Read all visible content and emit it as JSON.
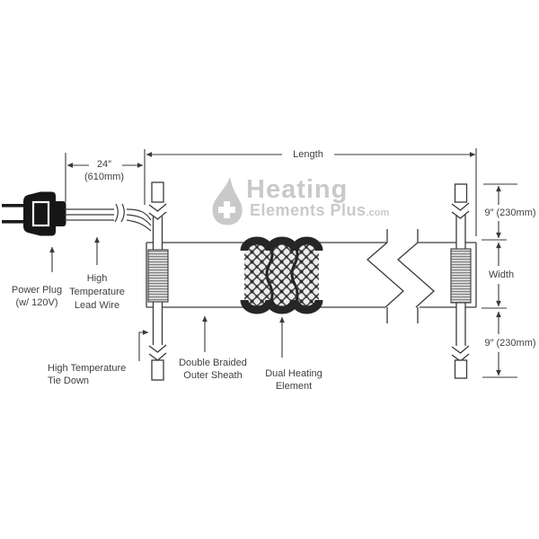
{
  "watermark": {
    "word_top": "Heating",
    "word_bottom": "Elements Plus",
    "suffix": ".com",
    "color": "#c9c9c9"
  },
  "dimensions": {
    "lead": {
      "imperial": "24″",
      "metric": "(610mm)"
    },
    "length_label": "Length",
    "end_top": "9″ (230mm)",
    "width_label": "Width",
    "end_bottom": "9″ (230mm)"
  },
  "labels": {
    "power_plug": [
      "Power Plug",
      "(w/ 120V)"
    ],
    "lead_wire": [
      "High",
      "Temperature",
      "Lead Wire"
    ],
    "tie_down": [
      "High Temperature",
      "Tie Down"
    ],
    "outer_sheath": [
      "Double Braided",
      "Outer Sheath"
    ],
    "heating_element": [
      "Dual Heating",
      "Element"
    ]
  },
  "colors": {
    "line": "#3a3a3a",
    "watermark": "#c9c9c9",
    "hatch_bg": "#dcdcdc",
    "hatch_stripe": "#808080",
    "braid_dark": "#262626"
  }
}
